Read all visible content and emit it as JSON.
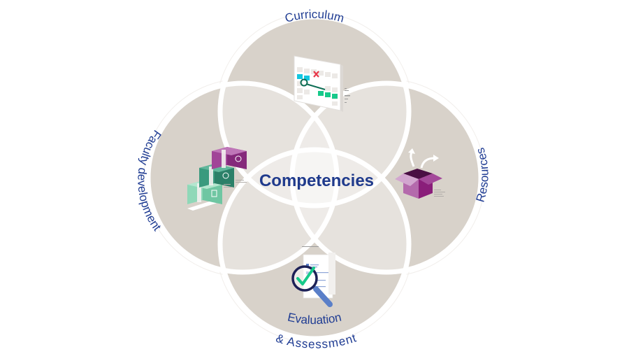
{
  "diagram": {
    "type": "four-circle-venn",
    "center_label": "Competencies",
    "petals": [
      {
        "id": "top",
        "label": "Curriculum",
        "icon": "calendar-icon"
      },
      {
        "id": "left",
        "label": "Faculty development",
        "icon": "stairs-icon"
      },
      {
        "id": "right",
        "label": "Resources",
        "icon": "open-box-icon"
      },
      {
        "id": "bottom",
        "label_line1": "Evaluation",
        "label_line2": "& Assessment",
        "icon": "magnifier-check-icon"
      }
    ]
  },
  "colors": {
    "outer_region": "#d8d2ca",
    "overlap_region": "#e6e2dd",
    "center_region": "#f4f2f0",
    "stroke": "#ffffff",
    "text": "#1f3c93",
    "calendar_cyan": "#12c7e0",
    "calendar_red": "#e8394a",
    "calendar_green": "#16c98a",
    "calendar_line": "#0e6e55",
    "stairs_purple": "#8e2f86",
    "stairs_teal": "#2e8b72",
    "stairs_mint": "#7fcfae",
    "box_purple": "#8a1e7a",
    "box_light": "#c896c4",
    "box_dark": "#4a0f44",
    "magnifier_ring": "#1d2157",
    "magnifier_handle": "#5a7fc8",
    "check_green": "#16c98a"
  }
}
